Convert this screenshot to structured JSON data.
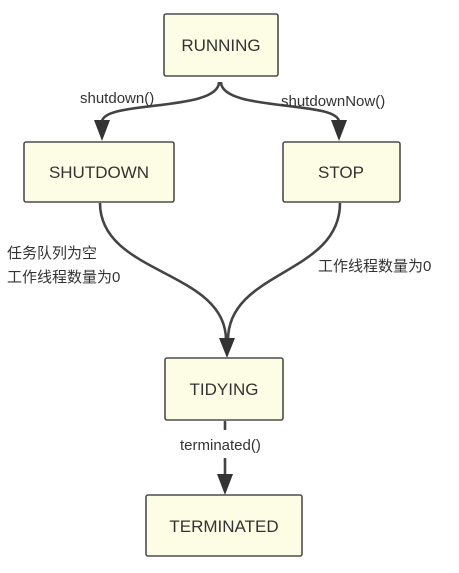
{
  "states": {
    "running": "RUNNING",
    "shutdown": "SHUTDOWN",
    "stop": "STOP",
    "tidying": "TIDYING",
    "terminated": "TERMINATED"
  },
  "transitions": {
    "running_to_shutdown": "shutdown()",
    "running_to_stop": "shutdownNow()",
    "shutdown_to_tidying_line1": "任务队列为空",
    "shutdown_to_tidying_line2": "工作线程数量为0",
    "stop_to_tidying": "工作线程数量为0",
    "tidying_to_terminated": "terminated()"
  },
  "colors": {
    "node_fill": "#fdfde5",
    "node_border": "#4d4d4d",
    "edge": "#444444",
    "text": "#333333"
  }
}
